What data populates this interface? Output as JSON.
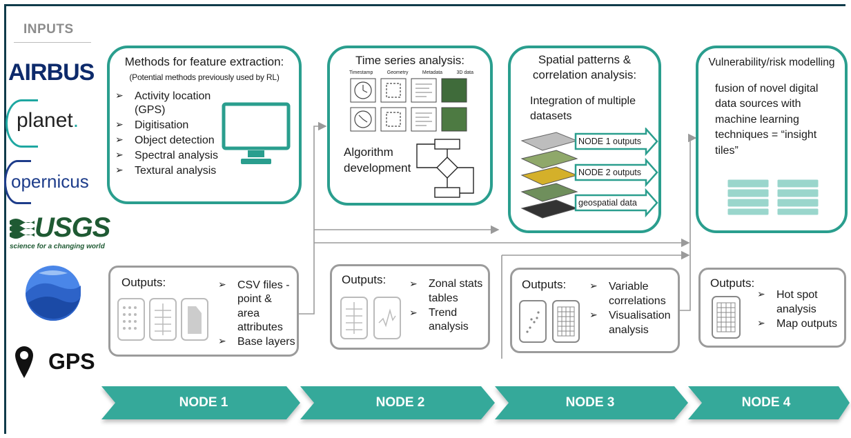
{
  "inputs": {
    "title": "INPUTS",
    "logos": {
      "airbus": "AIRBUS",
      "planet": "planet",
      "planet_dot": ".",
      "copernicus": "opernicus",
      "usgs": "USGS",
      "usgs_tagline": "science for a changing world",
      "gps": "GPS"
    }
  },
  "node1": {
    "title": "Methods for feature extraction:",
    "subtitle": "(Potential methods previously used by RL)",
    "items": [
      "Activity location",
      "(GPS)",
      "Digitisation",
      "Object detection",
      "Spectral analysis",
      "Textural analysis"
    ],
    "outputs_label": "Outputs:",
    "outputs": [
      "CSV files -",
      "point & area",
      "attributes",
      "Base layers"
    ],
    "arrow_label": "NODE 1"
  },
  "node2": {
    "title": "Time series analysis:",
    "grid_headers": [
      "Timestamp",
      "Geometry",
      "Metadata",
      "3D data"
    ],
    "algo": [
      "Algorithm",
      "development"
    ],
    "outputs_label": "Outputs:",
    "outputs": [
      "Zonal stats",
      "tables",
      "Trend",
      "analysis"
    ],
    "arrow_label": "NODE 2"
  },
  "node3": {
    "title_lines": [
      "Spatial patterns &",
      "correlation analysis:"
    ],
    "integration": [
      "Integration of multiple",
      "datasets"
    ],
    "arrows": [
      "NODE 1 outputs",
      "NODE 2 outputs",
      "geospatial data"
    ],
    "outputs_label": "Outputs:",
    "outputs": [
      "Variable",
      "correlations",
      "Visualisation",
      "analysis"
    ],
    "arrow_label": "NODE 3"
  },
  "node4": {
    "title": "Vulnerability/risk modelling",
    "body": [
      "fusion of novel digital",
      "data sources with",
      "machine learning",
      "techniques = “insight",
      "tiles”"
    ],
    "outputs_label": "Outputs:",
    "outputs": [
      "Hot spot",
      "analysis",
      "Map outputs"
    ],
    "arrow_label": "NODE 4"
  },
  "colors": {
    "teal": "#2a9e8e",
    "arrow_teal": "#34a99a",
    "frame": "#0f3b4a",
    "grey_border": "#9b9b9b"
  }
}
